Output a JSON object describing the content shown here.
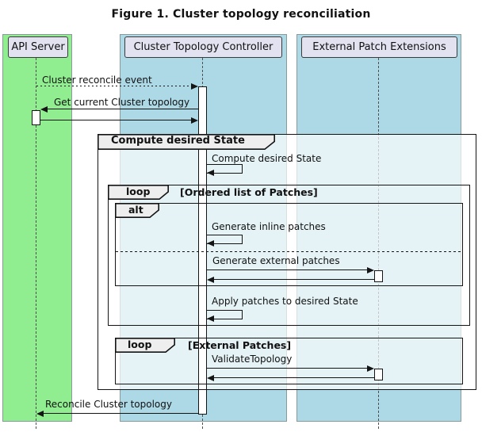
{
  "title": "Figure 1. Cluster topology reconciliation",
  "participants": [
    {
      "name": "API Server"
    },
    {
      "name": "Cluster Topology Controller"
    },
    {
      "name": "External Patch Extensions"
    }
  ],
  "fragments": {
    "group": {
      "label": "Compute desired State"
    },
    "loop_patches": {
      "keyword": "loop",
      "guard": "[Ordered list of Patches]"
    },
    "alt": {
      "keyword": "alt"
    },
    "loop_external": {
      "keyword": "loop",
      "guard": "[External Patches]"
    }
  },
  "messages": {
    "cluster_reconcile_event": "Cluster reconcile event",
    "get_current_cluster_topology": "Get current Cluster topology",
    "compute_desired_state": "Compute desired State",
    "generate_inline_patches": "Generate inline patches",
    "generate_external_patches": "Generate external patches",
    "apply_patches": "Apply patches to desired State",
    "validate_topology": "ValidateTopology",
    "reconcile_cluster_topology": "Reconcile Cluster topology"
  },
  "colors": {
    "background": "#FFFFFF",
    "text": "#111111",
    "line": "#141414",
    "band_green": "#90EE90",
    "band_blue": "#ADD8E6",
    "band_border": "#8A9A9A",
    "participant_fill": "#E2E2F0",
    "participant_border": "#3B3B3B",
    "fragment_header_fill": "#EEEEEE",
    "group_body_overlay": "rgba(255,255,255,0.68)"
  }
}
